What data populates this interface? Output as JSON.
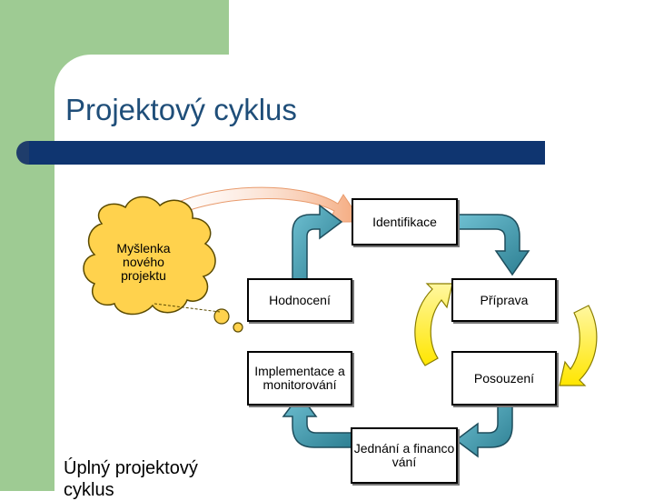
{
  "slide": {
    "title": "Projektový cyklus",
    "footer": "Úplný projektový cyklus"
  },
  "diagram": {
    "cloud_label": "Myšlenka nového projektu",
    "stages": {
      "identifikace": "Identifikace",
      "priprava": "Příprava",
      "posouzeni": "Posouzení",
      "jednani": "Jednání a financování",
      "implementace": "Implementace a monitorování",
      "hodnoceni": "Hodnocení"
    }
  },
  "colors": {
    "green_block": "#9ecb93",
    "title_text": "#1f4e79",
    "title_bar": "#0f3570",
    "cloud_fill": "#ffd24d",
    "cloud_outline": "#5a4a00",
    "arrow_fill": "#3f94a8",
    "arrow_stroke": "#1e4d5c",
    "curve_arrow_fill": "#ffee00",
    "salmon_arrow": "#f4a77a"
  }
}
